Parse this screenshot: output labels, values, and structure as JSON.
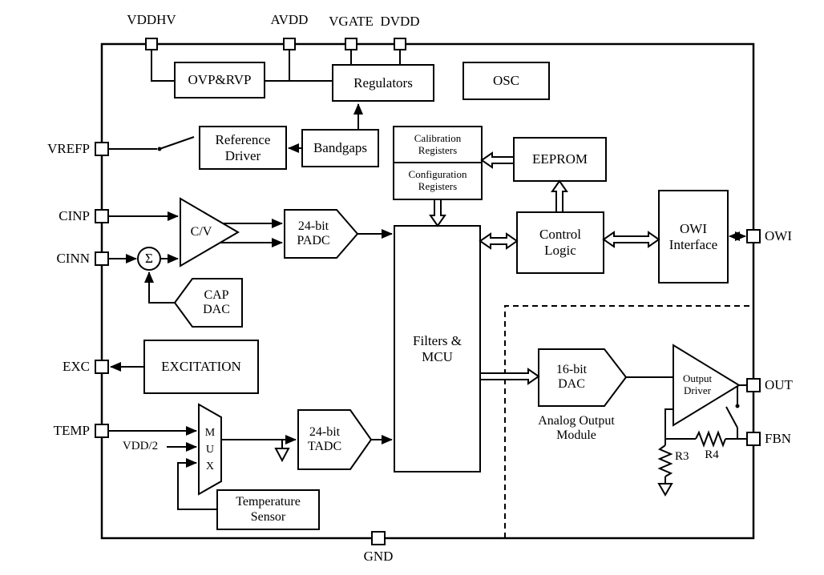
{
  "pins": {
    "vddhv": "VDDHV",
    "avdd": "AVDD",
    "vgate": "VGATE",
    "dvdd": "DVDD",
    "vrefp": "VREFP",
    "cinp": "CINP",
    "cinn": "CINN",
    "exc": "EXC",
    "temp": "TEMP",
    "owi": "OWI",
    "out": "OUT",
    "fbn": "FBN",
    "gnd": "GND"
  },
  "blocks": {
    "ovp_rvp": "OVP&RVP",
    "regulators": "Regulators",
    "osc": "OSC",
    "reference_driver": "Reference\nDriver",
    "bandgaps": "Bandgaps",
    "calibration_registers": "Calibration\nRegisters",
    "configuration_registers": "Configuration\nRegisters",
    "eeprom": "EEPROM",
    "control_logic": "Control\nLogic",
    "owi_interface": "OWI\nInterface",
    "filters_mcu": "Filters &\nMCU",
    "cv_amp": "C/V",
    "padc": "24-bit\nPADC",
    "cap_dac": "CAP\nDAC",
    "sigma": "Σ",
    "excitation": "EXCITATION",
    "mux": "M\nU\nX",
    "tadc": "24-bit\nTADC",
    "temperature_sensor": "Temperature\nSensor",
    "dac16": "16-bit\nDAC",
    "output_driver": "Output\nDriver"
  },
  "labels": {
    "analog_output_module": "Analog Output\nModule",
    "vdd2": "VDD/2",
    "r3": "R3",
    "r4": "R4"
  }
}
